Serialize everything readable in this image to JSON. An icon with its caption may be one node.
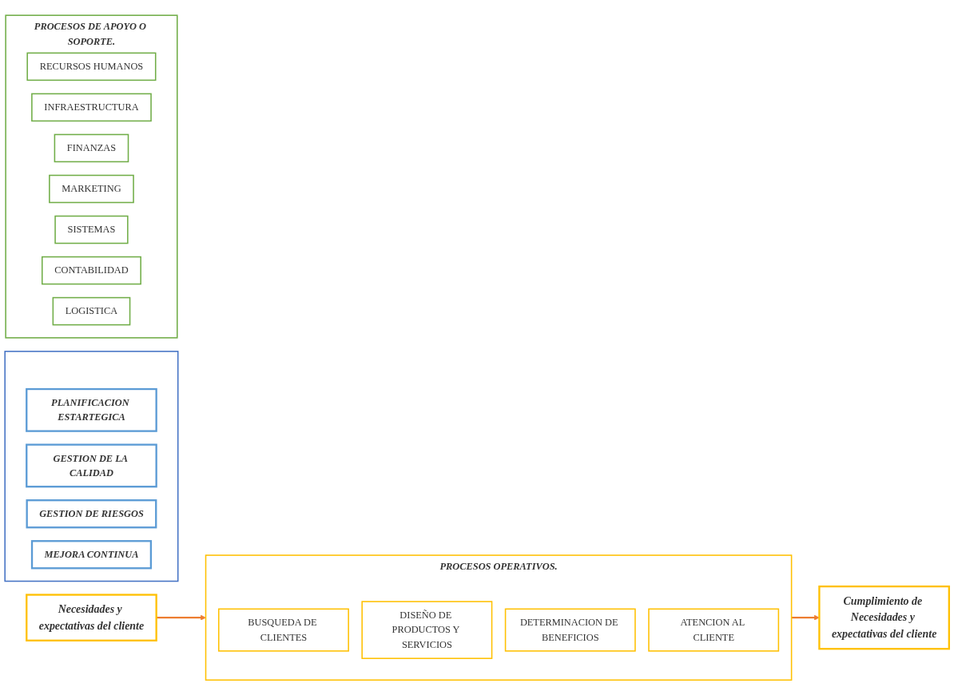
{
  "diagram": {
    "nodes": [
      {
        "text": [
          "Necesidades y expectativas del cliente"
        ]
      },
      {
        "text": [],
        "shape": "box"
      },
      {
        "text": [
          "PLANIFICACION ESTARTEGICA"
        ],
        "in": 1
      },
      {
        "text": [
          "GESTION DE LA CALIDAD"
        ],
        "in": 1
      },
      {
        "text": [
          "GESTION DE RIESGOS"
        ],
        "in": 1
      },
      {
        "text": [
          "MEJORA CONTINUA"
        ],
        "in": 1
      },
      {
        "text": [
          "PROCESOS OPERATIVOS."
        ]
      },
      {
        "text": [
          "BUSQUEDA DE CLIENTES"
        ],
        "in": 6
      },
      {
        "text": [
          "DISEÑO DE PRODUCTOS Y SERVICIOS"
        ],
        "in": 6
      },
      {
        "text": [
          "DETERMINACION DE BENEFICIOS"
        ],
        "in": 6
      },
      {
        "text": [
          "ATENCION AL CLIENTE"
        ],
        "in": 6
      },
      {
        "text": [
          "PROCESOS DE APOYO O SOPORTE."
        ]
      },
      {
        "text": [
          "RECURSOS HUMANOS"
        ],
        "in": 11
      },
      {
        "text": [
          "INFRAESTRUCTURA"
        ],
        "in": 11
      },
      {
        "text": [
          "FINANZAS"
        ],
        "in": 11
      },
      {
        "text": [
          "MARKETING"
        ],
        "in": 11
      },
      {
        "text": [
          "SISTEMAS"
        ],
        "in": 11
      },
      {
        "text": [
          "CONTABILIDAD"
        ],
        "in": 11
      },
      {
        "text": [
          "LOGISTICA"
        ],
        "in": 11
      },
      {
        "text": [
          "Cumplimiento de Necesidades y expectativas del cliente"
        ]
      }
    ],
    "edges": [
      {
        "from": 0,
        "to": 6,
        "arrow": "to"
      },
      {
        "from": 6,
        "to": 19,
        "arrow": "to"
      }
    ]
  }
}
